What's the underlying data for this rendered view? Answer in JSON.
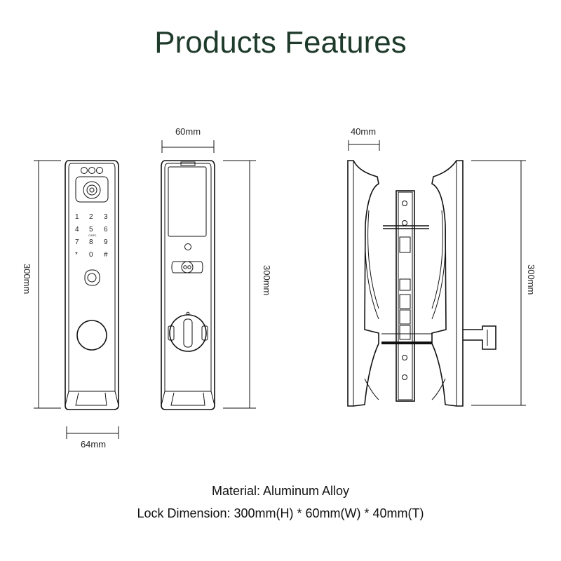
{
  "title": "Products Features",
  "dimensions": {
    "front_width": "64mm",
    "back_width": "60mm",
    "side_thickness": "40mm",
    "height_left": "300mm",
    "height_middle": "300mm",
    "height_right": "300mm"
  },
  "keypad": {
    "keys": [
      "1",
      "2",
      "3",
      "4",
      "5",
      "6",
      "7",
      "8",
      "9",
      "*",
      "0",
      "#"
    ],
    "card_label": "CARD"
  },
  "specs": {
    "material": "Material: Aluminum Alloy",
    "dimension": "Lock Dimension: 300mm(H) * 60mm(W) * 40mm(T)"
  }
}
